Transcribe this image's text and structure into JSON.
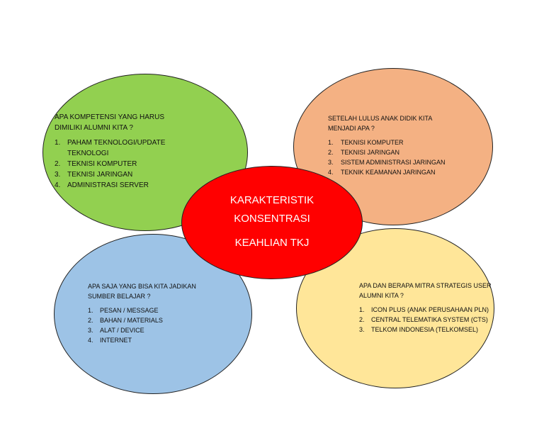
{
  "colors": {
    "green": "#92D050",
    "orange": "#F4B183",
    "blue": "#9DC3E6",
    "yellow": "#FFE699",
    "red": "#FF0000"
  },
  "center": {
    "line1": "KARAKTERISTIK",
    "line2": "KONSENTRASI",
    "line3": "KEAHLIAN TKJ"
  },
  "top_left": {
    "question_line1": "APA KOMPETENSI YANG HARUS",
    "question_line2": "DIMILIKI ALUMNI KITA ?",
    "items": [
      {
        "num": "1.",
        "text_line1": "PAHAM TEKNOLOGI/UPDATE",
        "text_line2": "TEKNOLOGI"
      },
      {
        "num": "2.",
        "text_line1": "TEKNISI KOMPUTER"
      },
      {
        "num": "3.",
        "text_line1": "TEKNISI JARINGAN"
      },
      {
        "num": "4.",
        "text_line1": "ADMINISTRASI SERVER"
      }
    ]
  },
  "top_right": {
    "question_line1": "SETELAH LULUS ANAK DIDIK KITA",
    "question_line2": "MENJADI APA ?",
    "items": [
      {
        "num": "1.",
        "text": "TEKNISI KOMPUTER"
      },
      {
        "num": "2.",
        "text": "TEKNISI JARINGAN"
      },
      {
        "num": "3.",
        "text": "SISTEM ADMINISTRASI JARINGAN"
      },
      {
        "num": "4.",
        "text": "TEKNIK KEAMANAN JARINGAN"
      }
    ]
  },
  "bottom_left": {
    "question_line1": "APA SAJA YANG BISA KITA JADIKAN",
    "question_line2": "SUMBER BELAJAR ?",
    "items": [
      {
        "num": "1.",
        "text": "PESAN / MESSAGE"
      },
      {
        "num": "2.",
        "text": "BAHAN / MATERIALS"
      },
      {
        "num": "3.",
        "text": "ALAT / DEVICE"
      },
      {
        "num": "4.",
        "text": "INTERNET"
      }
    ]
  },
  "bottom_right": {
    "question_line1": "APA DAN BERAPA MITRA STRATEGIS USER",
    "question_line2": "ALUMNI KITA ?",
    "items": [
      {
        "num": "1.",
        "text": "ICON PLUS (ANAK PERUSAHAAN PLN)"
      },
      {
        "num": "2.",
        "text": "CENTRAL TELEMATIKA SYSTEM (CTS)"
      },
      {
        "num": "3.",
        "text": "TELKOM INDONESIA (TELKOMSEL)"
      }
    ]
  }
}
